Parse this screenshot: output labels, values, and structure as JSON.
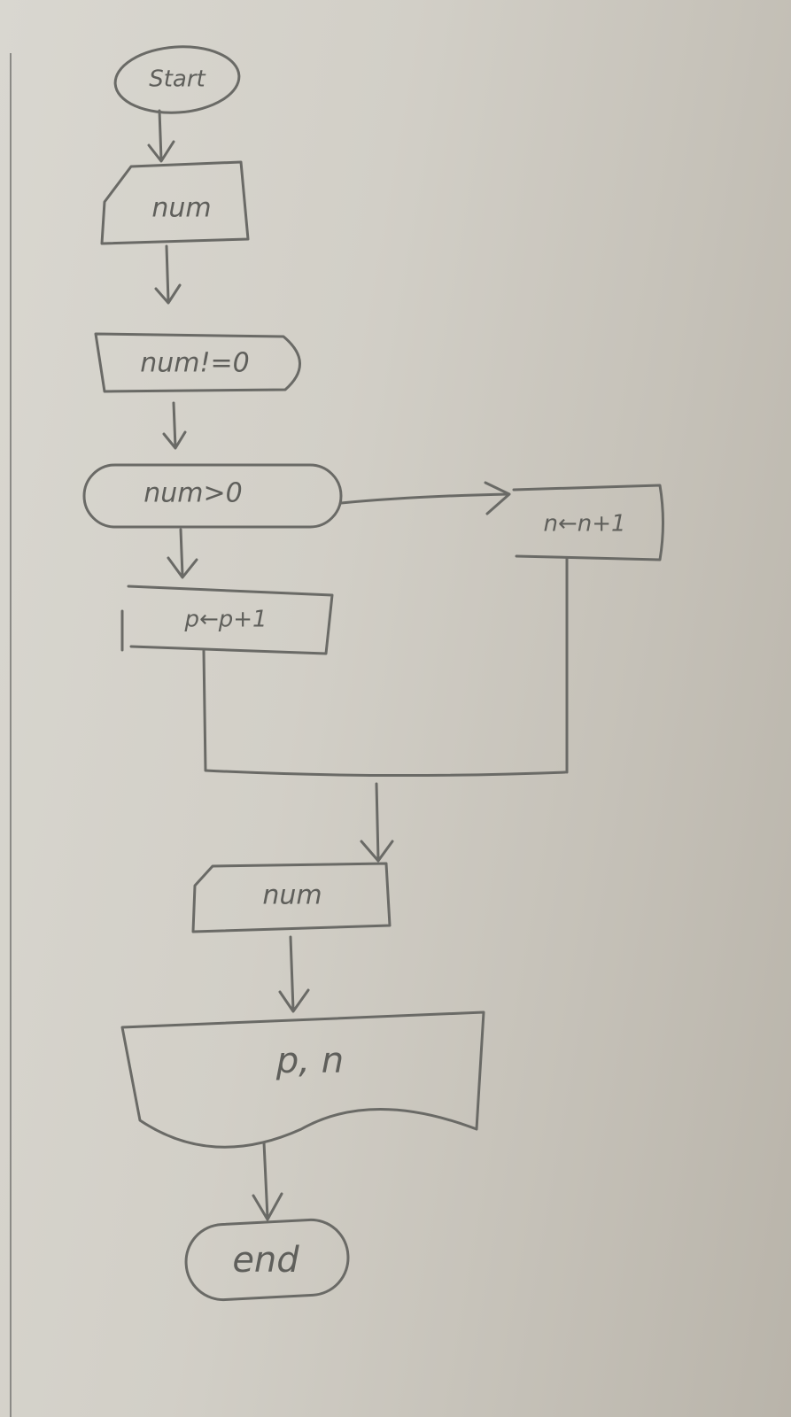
{
  "nodes": {
    "start": "Start",
    "input_num": "num",
    "check_nonzero": "num!=0",
    "check_positive": "num>0",
    "increment_n": "n←n+1",
    "increment_p": "p←p+1",
    "input_num_2": "num",
    "output_pn": "p, n",
    "end": "end"
  },
  "colors": {
    "ink": "#6a6a66",
    "paper": "#d4d1c9"
  }
}
